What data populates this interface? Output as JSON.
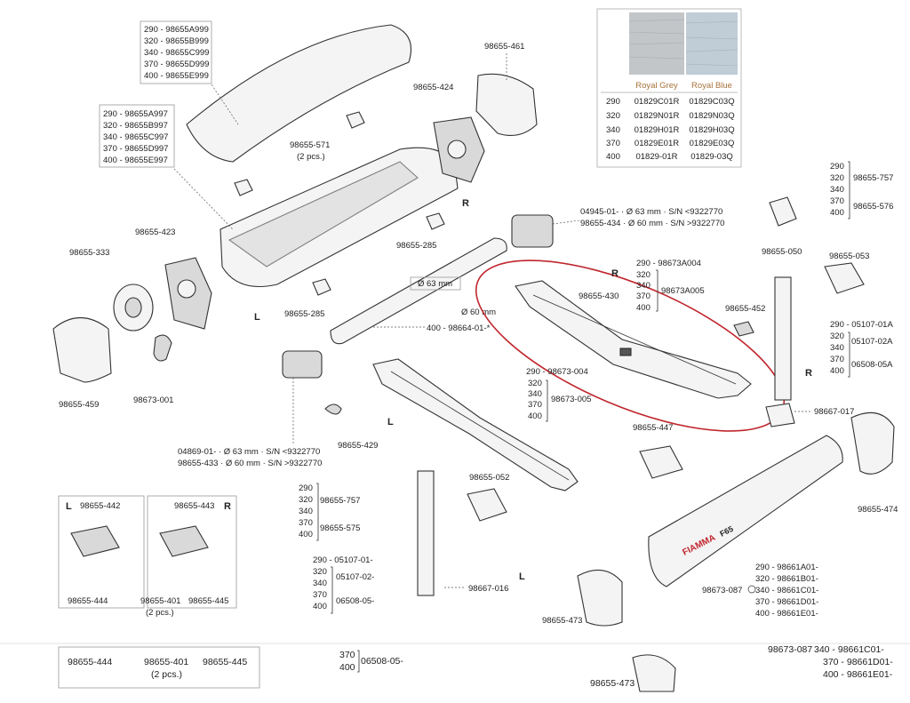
{
  "colors": {
    "highlight": "#c0262d",
    "table_header": "#a8733a",
    "ink": "#222222"
  },
  "fabric_table": {
    "headers": [
      "Royal Grey",
      "Royal Blue"
    ],
    "rows": [
      [
        "290",
        "01829C01R",
        "01829C03Q"
      ],
      [
        "320",
        "01829N01R",
        "01829N03Q"
      ],
      [
        "340",
        "01829H01R",
        "01829H03Q"
      ],
      [
        "370",
        "01829E01R",
        "01829E03Q"
      ],
      [
        "400",
        "01829-01R",
        "01829-03Q"
      ]
    ]
  },
  "labels": {
    "top_cover": [
      "290 - 98655A999",
      "320 - 98655B999",
      "340 - 98655C999",
      "370 - 98655D999",
      "400 - 98655E999"
    ],
    "case": [
      "290 - 98655A997",
      "320 - 98655B997",
      "340 - 98655C997",
      "370 - 98655D997",
      "400 - 98655E997"
    ],
    "p461": "98655-461",
    "p424": "98655-424",
    "p571": "98655-571",
    "p571_qty": "(2 pcs.)",
    "p285a": "98655-285",
    "p285b": "98655-285",
    "p423": "98655-423",
    "p333": "98655-333",
    "p459": "98655-459",
    "p001": "98673-001",
    "motor": [
      "04945-01- · Ø 63 mm · S/N <9322770",
      "98655-434 · Ø 60 mm · S/N >9322770"
    ],
    "tube_63": "Ø 63 mm",
    "tube_60": "Ø 60 mm",
    "tube_part": "400 - 98664-01-*",
    "p430": "98655-430",
    "arm_r": [
      "290 - 98673A004",
      "320",
      "340",
      "370",
      "400"
    ],
    "arm_r_code": "98673A005",
    "arm_l": [
      "290 - 98673-004",
      "320",
      "340",
      "370",
      "400"
    ],
    "arm_l_code": "98673-005",
    "p429": "98655-429",
    "motor_l": [
      "04869-01- · Ø 63 mm · S/N <9322770",
      "98655-433 · Ø 60 mm · S/N >9322770"
    ],
    "p452": "98655-452",
    "p050": "98655-050",
    "p053": "98655-053",
    "p017": "98667-017",
    "p447": "98655-447",
    "p474": "98655-474",
    "bracket_r_sizes": [
      "290",
      "320",
      "340",
      "370",
      "400"
    ],
    "bracket_r_codes": [
      "98655-757",
      "98655-576"
    ],
    "leg_r": [
      "290 - 05107-01A",
      "320",
      "340",
      "370",
      "400"
    ],
    "leg_r_codes": [
      "05107-02A",
      "06508-05A"
    ],
    "bracket_l_sizes": [
      "290",
      "320",
      "340",
      "370",
      "400"
    ],
    "bracket_l_codes": [
      "98655-757",
      "98655-575"
    ],
    "leg_l": [
      "290 - 05107-01-",
      "320",
      "340",
      "370",
      "400"
    ],
    "leg_l_codes": [
      "05107-02-",
      "06508-05-"
    ],
    "p052": "98655-052",
    "p016": "98667-016",
    "p473": "98655-473",
    "p087": "98673-087",
    "front_cover": [
      "290 - 98661A01-",
      "320 - 98661B01-",
      "340 - 98661C01-",
      "370 - 98661D01-",
      "400 - 98661E01-"
    ],
    "brand": "FIAMMA",
    "brand2": "F65",
    "box_l": "98655-442",
    "box_r": "98655-443",
    "p444": "98655-444",
    "p401": "98655-401",
    "p401_qty": "(2 pcs.)",
    "p445": "98655-445",
    "side_l": "L",
    "side_r": "R",
    "footer_parts": [
      "98655-444",
      "98655-401",
      "(2 pcs.)",
      "98655-445"
    ],
    "footer_leg": [
      "370",
      "06508-05-",
      "400"
    ],
    "footer_cover": [
      "98673-087",
      "340 - 98661C01-",
      "370 - 98661D01-",
      "400 - 98661E01-"
    ],
    "footer_473": "98655-473"
  }
}
